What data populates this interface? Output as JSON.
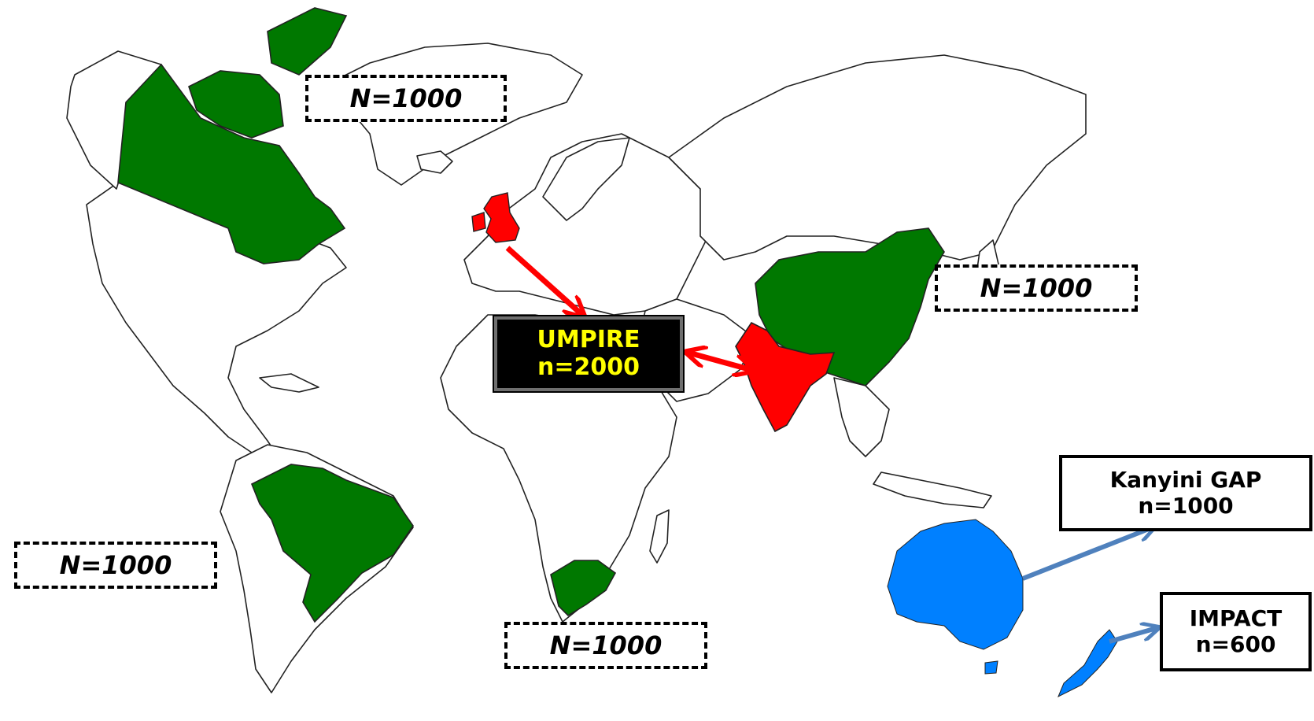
{
  "colors": {
    "participating": "#007800",
    "umpire_country": "#ff0000",
    "kanyini_impact_country": "#0080ff",
    "umpire_arrow": "#ff0000",
    "blue_arrow": "#4f81bd",
    "umpire_box_text": "#ffff00"
  },
  "boxes": {
    "north_america": "N=1000",
    "south_america": "N=1000",
    "africa": "N=1000",
    "asia": "N=1000",
    "umpire": {
      "name": "UMPIRE",
      "count": "n=2000"
    },
    "kanyini": {
      "name": "Kanyini GAP",
      "count": "n=1000"
    },
    "impact": {
      "name": "IMPACT",
      "count": "n=600"
    }
  },
  "countries": {
    "green": [
      "canada-shape",
      "brazil-shape",
      "south-africa-shape",
      "china-shape"
    ],
    "red": [
      "uk-shape",
      "india-shape"
    ],
    "blue": [
      "australia-shape",
      "new-zealand-shape"
    ]
  }
}
